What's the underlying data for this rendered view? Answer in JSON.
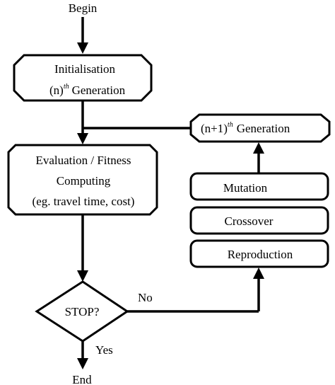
{
  "nodes": {
    "begin": "Begin",
    "init_line1": "Initialisation",
    "init_line2_pre": "(n)",
    "init_line2_sup": "th",
    "init_line2_post": "Generation",
    "eval_line1": "Evaluation / Fitness",
    "eval_line2": "Computing",
    "eval_line3": "(eg. travel time, cost)",
    "stop": "STOP?",
    "end": "End",
    "next_gen_pre": "(n+1)",
    "next_gen_sup": "th",
    "next_gen_post": "Generation",
    "mutation": "Mutation",
    "crossover": "Crossover",
    "reproduction": "Reproduction"
  },
  "edges": {
    "no": "No",
    "yes": "Yes"
  }
}
